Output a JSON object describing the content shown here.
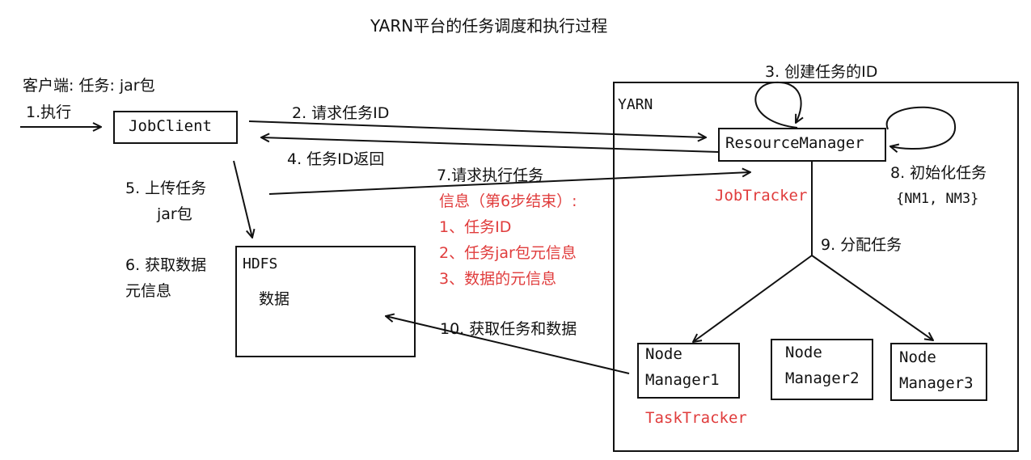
{
  "title": "YARN平台的任务调度和执行过程",
  "client": {
    "caption": "客户端: 任务: jar包",
    "step1": "1.执行",
    "jobclient": "JobClient"
  },
  "steps": {
    "s2": "2. 请求任务ID",
    "s3": "3. 创建任务的ID",
    "s4": "4. 任务ID返回",
    "s5a": "5. 上传任务",
    "s5b": "jar包",
    "s6a": "6. 获取数据",
    "s6b": "元信息",
    "s7": "7.请求执行任务",
    "s8": "8. 初始化任务",
    "s8sub": "{NM1, NM3}",
    "s9": "9. 分配任务",
    "s10": "10. 获取任务和数据"
  },
  "step7_info": {
    "header": "信息（第6步结束）:",
    "items": [
      "1、任务ID",
      "2、任务jar包元信息",
      "3、数据的元信息"
    ]
  },
  "hdfs": {
    "label": "HDFS",
    "content": "数据"
  },
  "yarn": {
    "label": "YARN",
    "resource_manager": "ResourceManager",
    "job_tracker": "JobTracker",
    "node_managers": [
      {
        "line1": "Node",
        "line2": "Manager1"
      },
      {
        "line1": "Node",
        "line2": "Manager2"
      },
      {
        "line1": "Node",
        "line2": "Manager3"
      }
    ],
    "task_tracker": "TaskTracker"
  },
  "colors": {
    "annotation_red": "#e03c3c",
    "line": "#111111"
  }
}
